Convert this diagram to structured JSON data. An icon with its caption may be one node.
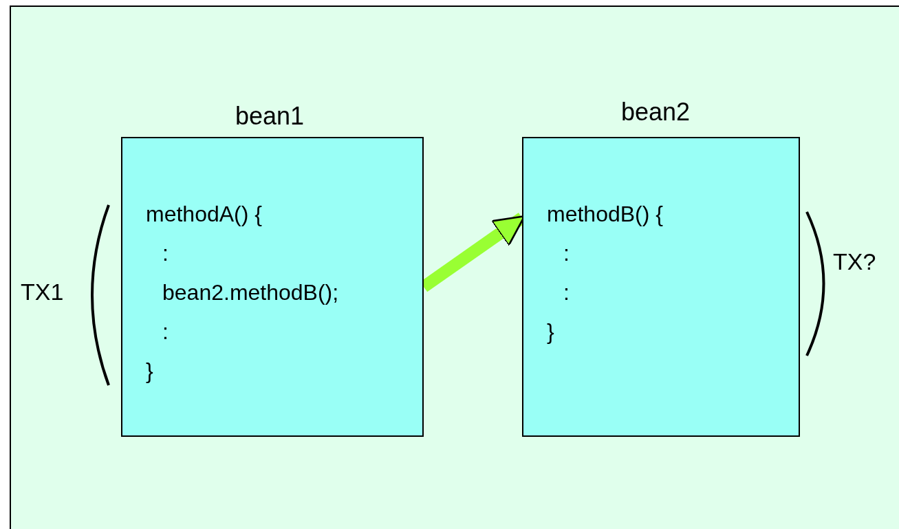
{
  "diagram": {
    "nodes": [
      {
        "text": [
          "bean1",
          "methodA() {",
          ":",
          "bean2.methodB();",
          ":",
          "}"
        ]
      },
      {
        "text": [
          "bean2",
          "methodB() {",
          ":",
          ":",
          "}"
        ]
      }
    ],
    "edges": [
      {
        "from": 0,
        "to": 1,
        "arrow": "to",
        "color": "#99ff33"
      }
    ],
    "labels": [
      "TX1",
      "TX?"
    ]
  }
}
